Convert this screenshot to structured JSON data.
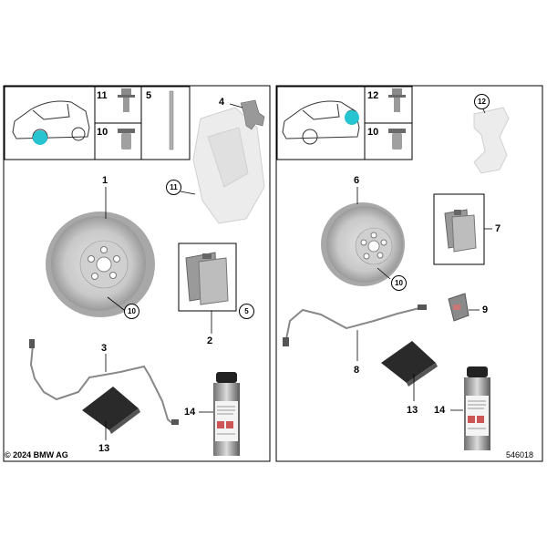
{
  "panels": [
    {
      "legend": [
        "11",
        "10",
        "5"
      ],
      "callouts": [
        "4",
        "11",
        "1",
        "10",
        "5",
        "2",
        "3",
        "14",
        "13"
      ]
    },
    {
      "legend": [
        "12",
        "10"
      ],
      "callouts": [
        "12",
        "6",
        "7",
        "10",
        "9",
        "8",
        "13",
        "14"
      ]
    }
  ],
  "footer": {
    "copyright": "© 2024 BMW AG",
    "diagram_number": "546018"
  },
  "colors": {
    "highlight": "#25c4d0",
    "part_gray": "#b8b8b8",
    "line": "#000000"
  }
}
